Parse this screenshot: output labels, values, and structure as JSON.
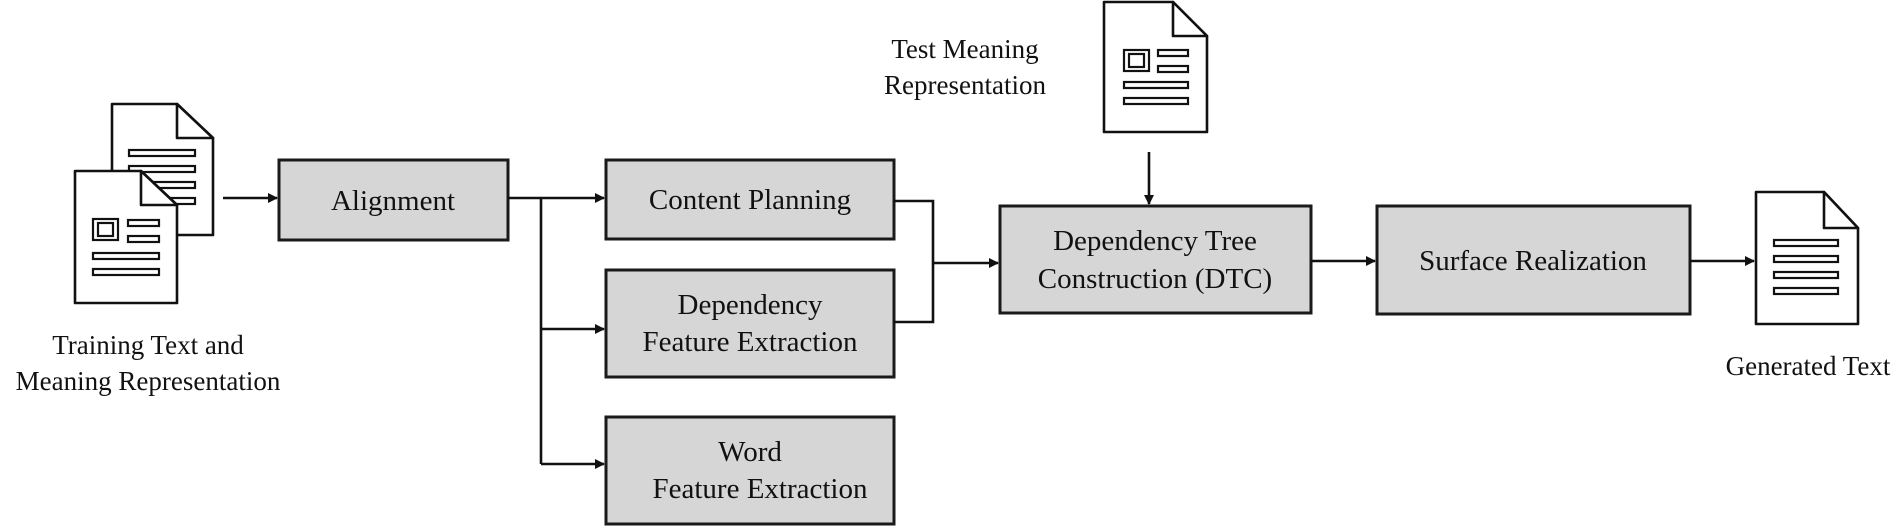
{
  "diagram": {
    "inputs": {
      "training": {
        "label_lines": [
          "Training Text and",
          "Meaning Representation"
        ],
        "icon": "document-stack-icon"
      },
      "test": {
        "label_lines": [
          "Test Meaning",
          "Representation"
        ],
        "icon": "document-icon"
      }
    },
    "output": {
      "label": "Generated Text",
      "icon": "text-document-icon"
    },
    "nodes": {
      "alignment": {
        "lines": [
          "Alignment"
        ]
      },
      "content_planning": {
        "lines": [
          "Content Planning"
        ]
      },
      "dependency_feature_extraction": {
        "lines": [
          "Dependency",
          "Feature Extraction"
        ]
      },
      "word_feature_extraction": {
        "lines": [
          "Word",
          "Feature Extraction"
        ]
      },
      "dtc": {
        "lines": [
          "Dependency Tree",
          "Construction (DTC)"
        ]
      },
      "surface_realization": {
        "lines": [
          "Surface Realization"
        ]
      }
    },
    "edges": [
      {
        "from": "training",
        "to": "alignment"
      },
      {
        "from": "alignment",
        "to": "content_planning"
      },
      {
        "from": "alignment",
        "to": "dependency_feature_extraction"
      },
      {
        "from": "alignment",
        "to": "word_feature_extraction"
      },
      {
        "from": "content_planning",
        "to": "dtc"
      },
      {
        "from": "dependency_feature_extraction",
        "to": "dtc"
      },
      {
        "from": "test",
        "to": "dtc"
      },
      {
        "from": "dtc",
        "to": "surface_realization"
      },
      {
        "from": "surface_realization",
        "to": "generated_text"
      }
    ],
    "colors": {
      "box_fill": "#d6d6d6",
      "stroke": "#111111"
    }
  }
}
